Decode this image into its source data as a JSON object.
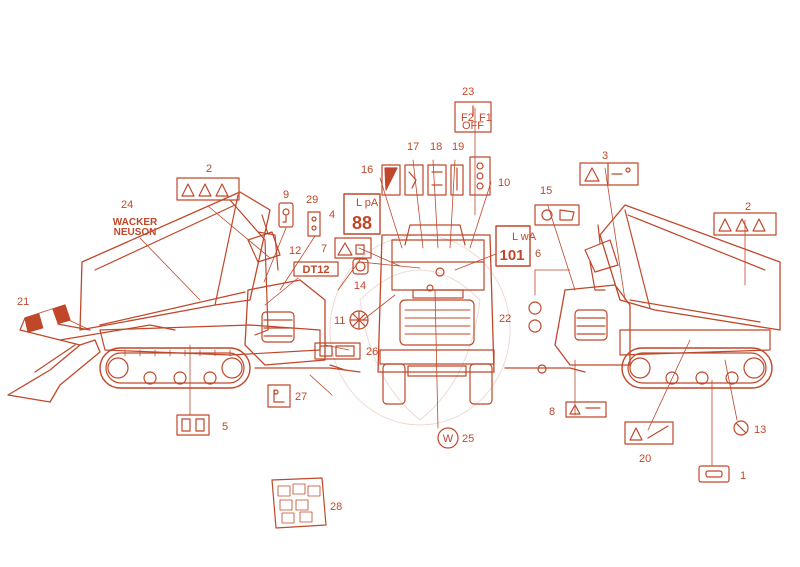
{
  "diagram": {
    "accent_color": "#c0472a",
    "callouts": [
      {
        "id": "c1",
        "label": "1"
      },
      {
        "id": "c2a",
        "label": "2"
      },
      {
        "id": "c2b",
        "label": "2"
      },
      {
        "id": "c3",
        "label": "3"
      },
      {
        "id": "c4",
        "label": "4"
      },
      {
        "id": "c5",
        "label": "5"
      },
      {
        "id": "c6",
        "label": "6"
      },
      {
        "id": "c7",
        "label": "7"
      },
      {
        "id": "c8",
        "label": "8"
      },
      {
        "id": "c9",
        "label": "9"
      },
      {
        "id": "c10",
        "label": "10"
      },
      {
        "id": "c11",
        "label": "11"
      },
      {
        "id": "c12",
        "label": "12"
      },
      {
        "id": "c13",
        "label": "13"
      },
      {
        "id": "c14",
        "label": "14"
      },
      {
        "id": "c15",
        "label": "15"
      },
      {
        "id": "c16",
        "label": "16"
      },
      {
        "id": "c17",
        "label": "17"
      },
      {
        "id": "c18",
        "label": "18"
      },
      {
        "id": "c19",
        "label": "19"
      },
      {
        "id": "c20",
        "label": "20"
      },
      {
        "id": "c21",
        "label": "21"
      },
      {
        "id": "c22",
        "label": "22"
      },
      {
        "id": "c23",
        "label": "23"
      },
      {
        "id": "c24",
        "label": "24"
      },
      {
        "id": "c25",
        "label": "25"
      },
      {
        "id": "c26",
        "label": "26"
      },
      {
        "id": "c27",
        "label": "27"
      },
      {
        "id": "c28",
        "label": "28"
      },
      {
        "id": "c29",
        "label": "29"
      }
    ],
    "decal_text": {
      "brand_line1": "WACKER",
      "brand_line2": "NEUSON",
      "model": "DT12",
      "sound_power": "88",
      "sound_power_unit": "L pA",
      "sound_level": "101",
      "sound_level_unit": "L wA",
      "speed_f2": "F2",
      "speed_f1": "F1",
      "speed_off": "OFF",
      "logo_letter": "W"
    },
    "icons": [
      "warning-triangle-icon",
      "hand-crush-icon",
      "fuel-icon",
      "ear-protection-icon",
      "manual-book-icon",
      "lift-point-icon",
      "tie-down-icon",
      "grid-icon",
      "key-icon"
    ]
  }
}
